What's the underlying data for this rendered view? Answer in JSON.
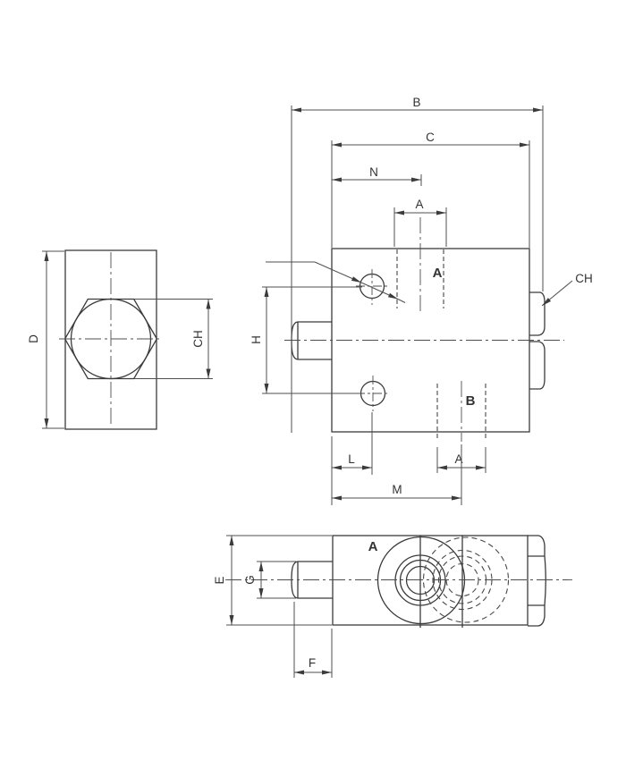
{
  "drawing": {
    "type": "technical-orthographic-drawing",
    "labels": {
      "b": "B",
      "c": "C",
      "n": "N",
      "a_top": "A",
      "h": "H",
      "l": "L",
      "a_bottom": "A",
      "m": "M",
      "d": "D",
      "ch_side": "CH",
      "ch_front": "CH",
      "e": "E",
      "g": "G",
      "f": "F",
      "port_a_front": "A",
      "port_b_front": "B",
      "port_a_bottom": "A"
    },
    "colors": {
      "object_line": "#3b3b3b",
      "hidden_line": "#474747",
      "center_line": "#4d4d4d",
      "dim_line": "#4f4f4f",
      "text": "#333333",
      "background": "#ffffff"
    }
  }
}
